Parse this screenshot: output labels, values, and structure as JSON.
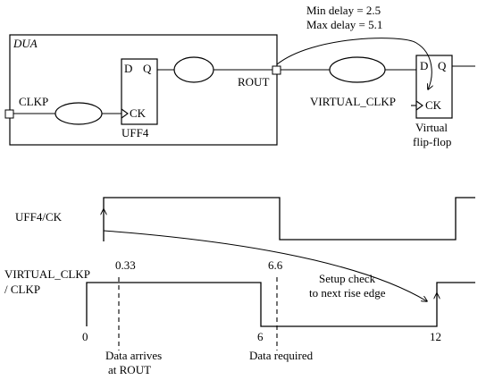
{
  "diagram": {
    "annotations": {
      "min_delay": "Min delay = 2.5",
      "max_delay": "Max delay = 5.1"
    },
    "dua_label": "DUA",
    "uff4": {
      "name": "UFF4",
      "pin_d": "D",
      "pin_q": "Q",
      "pin_ck": "CK"
    },
    "clkp": "CLKP",
    "rout": "ROUT",
    "virtual_clkp": "VIRTUAL_CLKP",
    "virtual_ff": {
      "pin_d": "D",
      "pin_q": "Q",
      "pin_ck": "CK",
      "caption_line1": "Virtual",
      "caption_line2": "flip-flop"
    }
  },
  "waveform": {
    "uff4_ck": "UFF4/CK",
    "virtual_label_line1": "VIRTUAL_CLKP",
    "virtual_label_line2": "/ CLKP",
    "t0": "0",
    "t_0_33": "0.33",
    "t_6": "6",
    "t_6_6": "6.6",
    "t_12": "12",
    "data_arrives_line1": "Data arrives",
    "data_arrives_line2": "at ROUT",
    "data_required": "Data required",
    "setup_check_line1": "Setup check",
    "setup_check_line2": "to next rise edge"
  }
}
